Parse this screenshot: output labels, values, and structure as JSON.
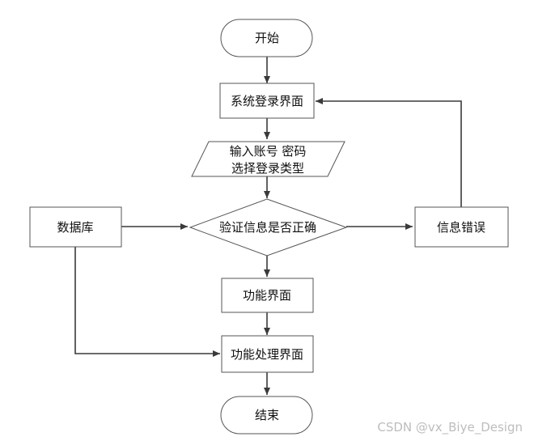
{
  "nodes": {
    "start": "开始",
    "login": "系统登录界面",
    "input_line1": "输入账号 密码",
    "input_line2": "选择登录类型",
    "verify": "验证信息是否正确",
    "database": "数据库",
    "error": "信息错误",
    "function": "功能界面",
    "process": "功能处理界面",
    "end": "结束"
  },
  "edges": [
    {
      "from": "start",
      "to": "login"
    },
    {
      "from": "login",
      "to": "input"
    },
    {
      "from": "input",
      "to": "verify"
    },
    {
      "from": "database",
      "to": "verify"
    },
    {
      "from": "verify",
      "to": "error"
    },
    {
      "from": "error",
      "to": "login"
    },
    {
      "from": "verify",
      "to": "function"
    },
    {
      "from": "function",
      "to": "process"
    },
    {
      "from": "database",
      "to": "process"
    },
    {
      "from": "process",
      "to": "end"
    }
  ],
  "watermark": "CSDN @vx_Biye_Design"
}
